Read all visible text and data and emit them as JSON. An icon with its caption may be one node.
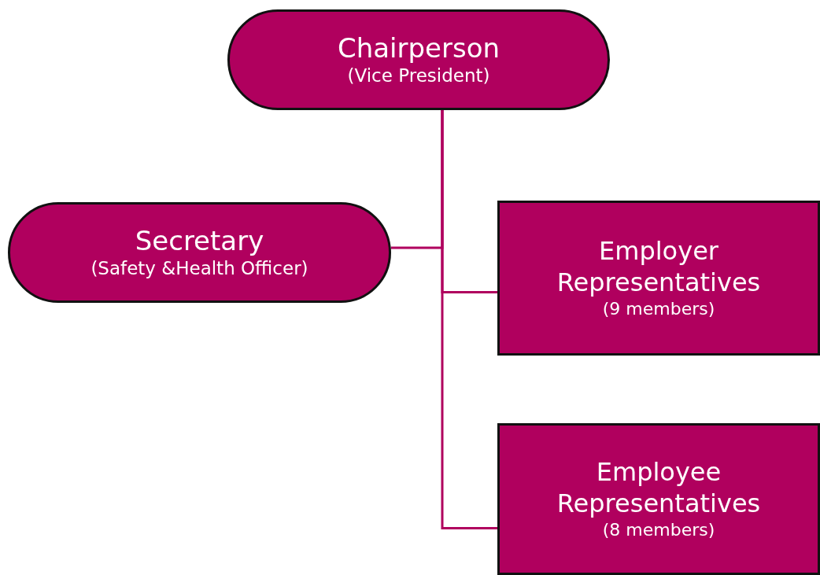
{
  "diagram": {
    "nodes": [
      {
        "text": [
          "Chairperson",
          "(Vice President)"
        ]
      },
      {
        "text": [
          "Secretary",
          "(Safety &Health Officer)"
        ]
      },
      {
        "text": [
          "Employer Representatives",
          "(9 members)"
        ]
      },
      {
        "text": [
          "Employee Representatives",
          "(8 members)"
        ]
      }
    ],
    "edges": [
      {
        "from": 0,
        "to": 1,
        "arrow": "none"
      },
      {
        "from": 0,
        "to": 2,
        "arrow": "none"
      },
      {
        "from": 0,
        "to": 3,
        "arrow": "none"
      }
    ]
  }
}
